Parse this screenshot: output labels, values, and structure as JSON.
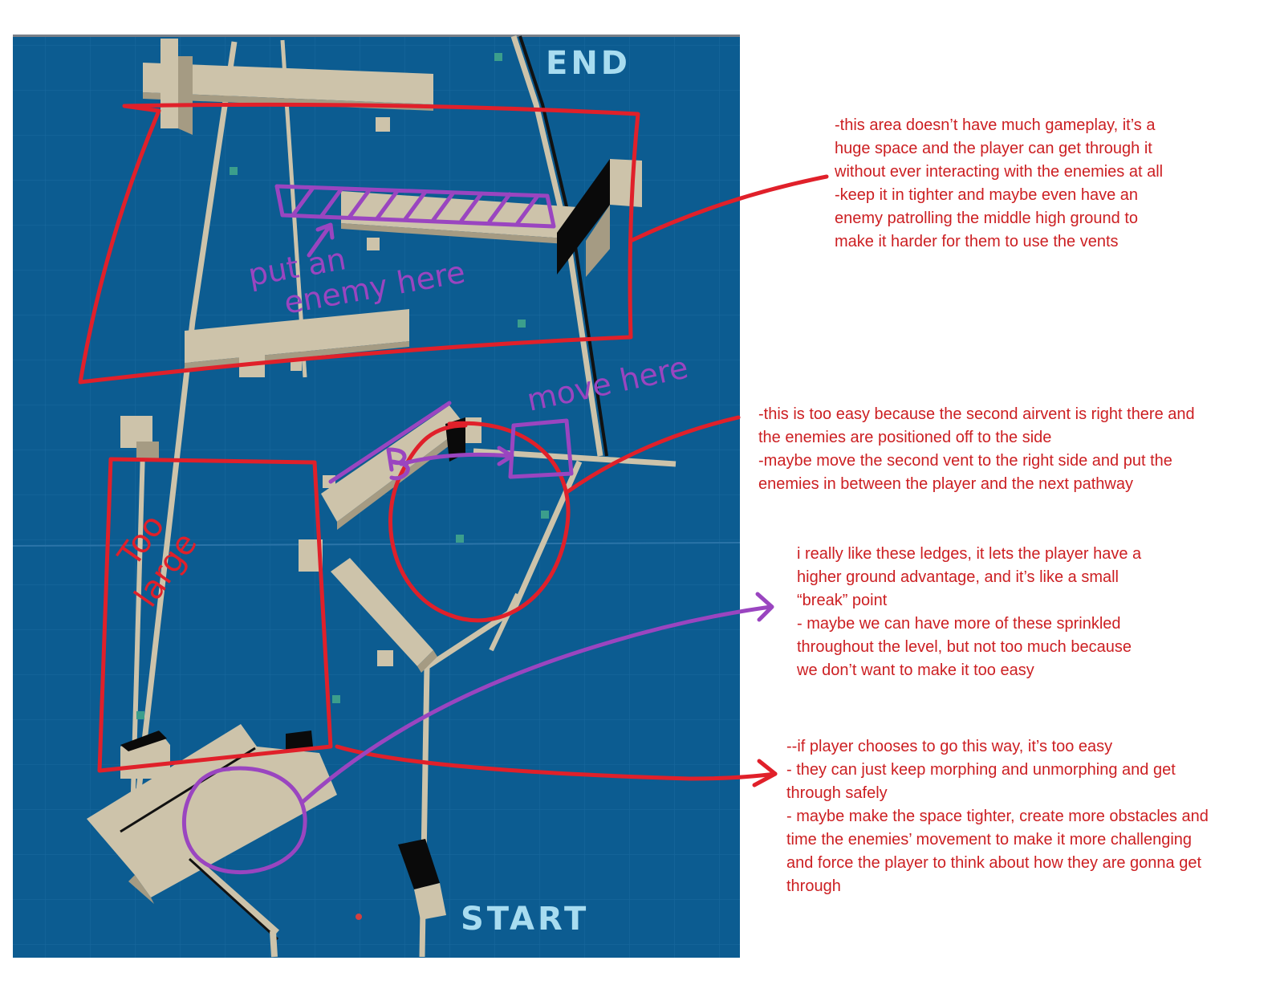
{
  "map": {
    "end_label": "END",
    "start_label": "START",
    "colors": {
      "water": "#0c5c91",
      "wall_top": "#cdc3aa",
      "wall_side": "#a59b83",
      "red_ink": "#e0202a",
      "purple_ink": "#9a45c0",
      "label_blue": "#a8dcf0"
    },
    "annotations": {
      "put_enemy": [
        "put an",
        "enemy here"
      ],
      "move_here": "move here",
      "too_large": [
        "Too",
        "large"
      ],
      "vent_marker": "B"
    }
  },
  "notes": [
    "-this area doesn’t have much gameplay, it’s a\nhuge space and the player can get through it\nwithout ever interacting with the enemies at all\n-keep it in tighter and maybe even have an\nenemy patrolling the middle high ground to\nmake it harder for them to use the vents",
    "-this is too easy because the second airvent is right there and\nthe enemies are positioned off to the side\n-maybe move the second vent to the right side and put the\nenemies in between the player and the next pathway",
    "i really like these ledges, it lets the player have a\nhigher ground advantage, and it’s like a small\n“break” point\n- maybe we can have more of these sprinkled\nthroughout the level, but not too much because\nwe don’t want to make it too easy",
    "--if player chooses to go this way, it’s too easy\n- they can just keep morphing and unmorphing and get\nthrough safely\n- maybe make the space tighter, create more obstacles and\ntime the enemies’ movement to make it more challenging\nand force the player to think about how they are gonna get\nthrough"
  ]
}
